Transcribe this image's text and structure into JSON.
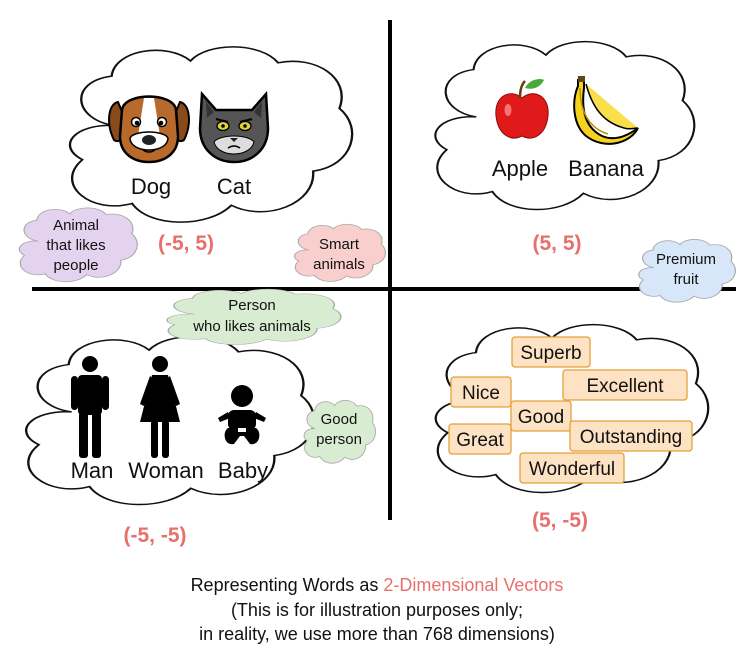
{
  "colors": {
    "accent": "#e8706c",
    "cloud_stroke": "#111111",
    "purple_fill": "#e4d3ee",
    "red_fill": "#f8cfcc",
    "blue_fill": "#d7e6f9",
    "green_fill": "#d8ecd1",
    "word_fill": "#fde2c3",
    "word_stroke": "#e3a13a"
  },
  "quadrants": {
    "top_left": {
      "coord": "(-5, 5)",
      "words": [
        "Dog",
        "Cat"
      ],
      "icons": [
        "dog-icon",
        "cat-icon"
      ]
    },
    "top_right": {
      "coord": "(5, 5)",
      "words": [
        "Apple",
        "Banana"
      ],
      "icons": [
        "apple-icon",
        "banana-icon"
      ]
    },
    "bottom_left": {
      "coord": "(-5, -5)",
      "words": [
        "Man",
        "Woman",
        "Baby"
      ],
      "icons": [
        "man-icon",
        "woman-icon",
        "baby-icon"
      ]
    },
    "bottom_right": {
      "coord": "(5, -5)",
      "words": [
        "Superb",
        "Nice",
        "Excellent",
        "Good",
        "Great",
        "Outstanding",
        "Wonderful"
      ]
    }
  },
  "labels": {
    "animal_likes_people": [
      "Animal",
      "that likes",
      "people"
    ],
    "smart_animals": [
      "Smart",
      "animals"
    ],
    "premium_fruit": [
      "Premium",
      "fruit"
    ],
    "person_likes_animals": [
      "Person",
      "who likes animals"
    ],
    "good_person": [
      "Good",
      "person"
    ]
  },
  "caption": {
    "line1_prefix": "Representing Words as ",
    "line1_accent": "2-Dimensional Vectors",
    "line2": "(This is for illustration purposes only;",
    "line3": "in reality, we use more than 768 dimensions)"
  }
}
